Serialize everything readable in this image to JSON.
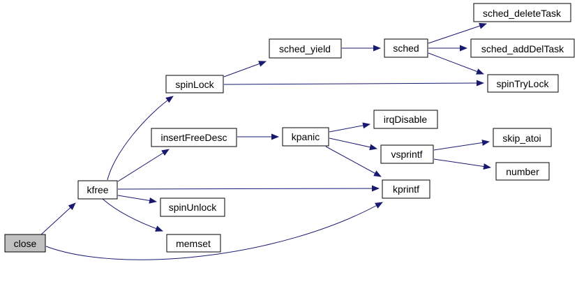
{
  "diagram": {
    "type": "call-graph",
    "root": "close",
    "colors": {
      "edge": "#191970",
      "node_border": "#000000",
      "node_fill": "#ffffff",
      "root_node_fill": "#c0c0c0",
      "background": "#ffffff",
      "text": "#000000"
    },
    "nodes": {
      "close": {
        "label": "close",
        "highlighted": true
      },
      "kfree": {
        "label": "kfree"
      },
      "spinLock": {
        "label": "spinLock"
      },
      "insertFreeDesc": {
        "label": "insertFreeDesc"
      },
      "spinUnlock": {
        "label": "spinUnlock"
      },
      "memset": {
        "label": "memset"
      },
      "sched_yield": {
        "label": "sched_yield"
      },
      "sched": {
        "label": "sched"
      },
      "kpanic": {
        "label": "kpanic"
      },
      "irqDisable": {
        "label": "irqDisable"
      },
      "vsprintf": {
        "label": "vsprintf"
      },
      "kprintf": {
        "label": "kprintf"
      },
      "sched_deleteTask": {
        "label": "sched_deleteTask"
      },
      "sched_addDelTask": {
        "label": "sched_addDelTask"
      },
      "spinTryLock": {
        "label": "spinTryLock"
      },
      "skip_atoi": {
        "label": "skip_atoi"
      },
      "number": {
        "label": "number"
      }
    },
    "edges": [
      {
        "from": "close",
        "to": "kfree"
      },
      {
        "from": "close",
        "to": "kprintf"
      },
      {
        "from": "kfree",
        "to": "spinLock"
      },
      {
        "from": "kfree",
        "to": "insertFreeDesc"
      },
      {
        "from": "kfree",
        "to": "kprintf"
      },
      {
        "from": "kfree",
        "to": "spinUnlock"
      },
      {
        "from": "kfree",
        "to": "memset"
      },
      {
        "from": "spinLock",
        "to": "sched_yield"
      },
      {
        "from": "spinLock",
        "to": "spinTryLock"
      },
      {
        "from": "sched_yield",
        "to": "sched"
      },
      {
        "from": "sched",
        "to": "sched_deleteTask"
      },
      {
        "from": "sched",
        "to": "sched_addDelTask"
      },
      {
        "from": "sched",
        "to": "spinTryLock"
      },
      {
        "from": "insertFreeDesc",
        "to": "kpanic"
      },
      {
        "from": "kpanic",
        "to": "irqDisable"
      },
      {
        "from": "kpanic",
        "to": "vsprintf"
      },
      {
        "from": "kpanic",
        "to": "kprintf"
      },
      {
        "from": "vsprintf",
        "to": "skip_atoi"
      },
      {
        "from": "vsprintf",
        "to": "number"
      }
    ]
  }
}
